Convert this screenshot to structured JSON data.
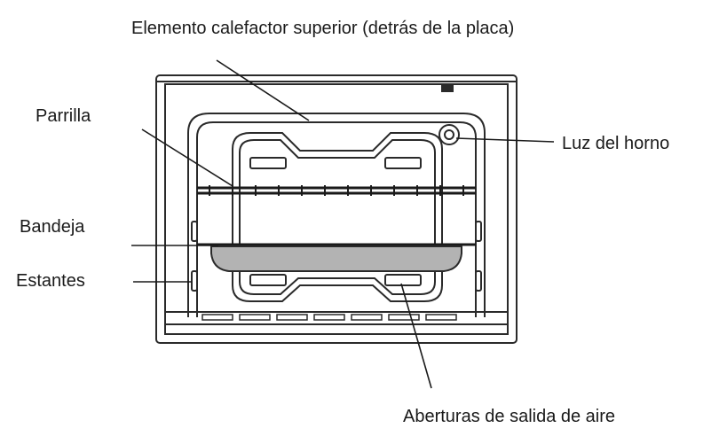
{
  "labels": {
    "top_heater": "Elemento calefactor superior (detrás de la placa)",
    "rack": "Parrilla",
    "oven_light": "Luz del horno",
    "tray": "Bandeja",
    "shelves": "Estantes",
    "air_vents": "Aberturas de salida de aire"
  },
  "colors": {
    "stroke": "#2a2a2a",
    "tray_fill": "#b3b3b3",
    "background": "#ffffff"
  }
}
